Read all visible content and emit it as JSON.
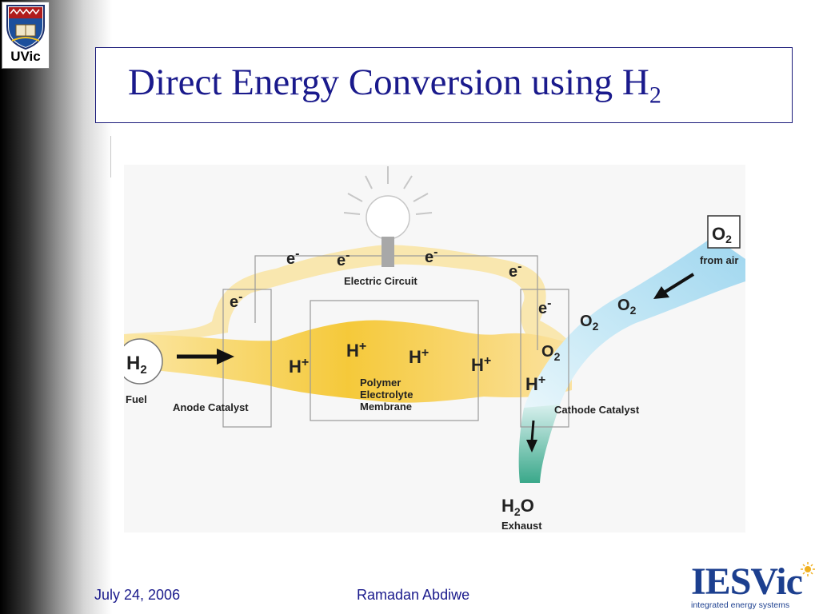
{
  "logo": {
    "text": "UVic"
  },
  "title": {
    "main": "Direct Energy Conversion using H",
    "sub": "2"
  },
  "diagram": {
    "labels": {
      "electric_circuit": "Electric Circuit",
      "membrane": [
        "Polymer",
        "Electrolyte",
        "Membrane"
      ],
      "anode": "Anode Catalyst",
      "cathode": "Cathode Catalyst",
      "fuel": "Fuel",
      "from_air": "from air",
      "exhaust": "Exhaust",
      "h2": "H",
      "h2_sub": "2",
      "o2": "O",
      "o2_sub": "2",
      "h2o_h": "H",
      "h2o_sub": "2",
      "h2o_o": "O",
      "electron": "e",
      "electron_sup": "-",
      "proton": "H",
      "proton_sup": "+"
    }
  },
  "footer": {
    "date": "July 24, 2006",
    "author": "Ramadan Abdiwe"
  },
  "iesvic": {
    "name": "IESVic",
    "tagline": "integrated energy systems"
  },
  "colors": {
    "title": "#1a1a8c",
    "electrolyte": "#f5c93a",
    "air_stream": "#8fd0ea",
    "exhaust_stream": "#5fb89a"
  }
}
